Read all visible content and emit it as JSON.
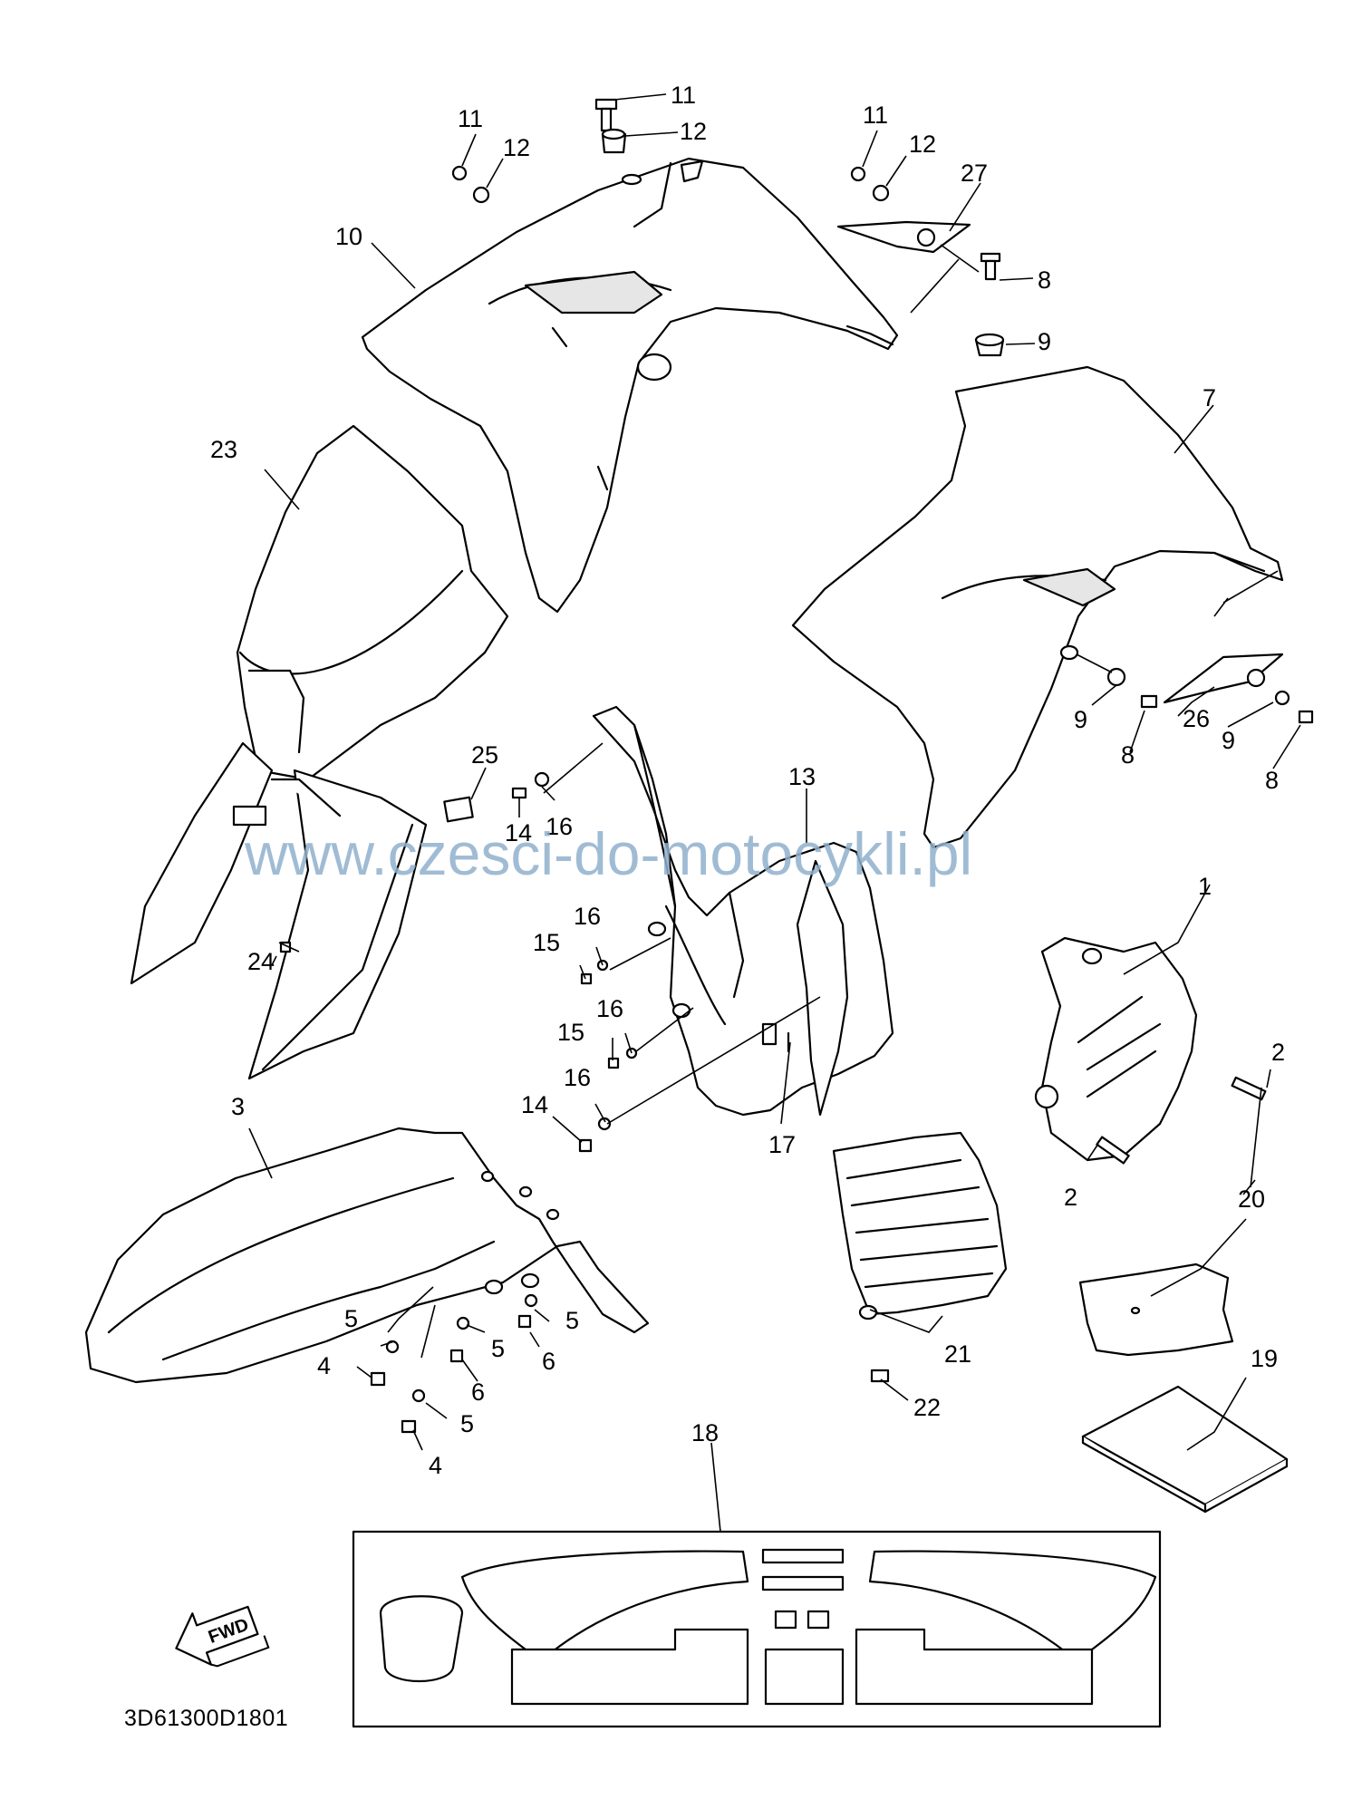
{
  "watermark": "www.czesci-do-motocykli.pl",
  "drawing_code": "3D61300D1801",
  "direction_arrow": {
    "label": "FWD",
    "icon": "forward-arrow-icon"
  },
  "callouts": [
    {
      "id": "c1",
      "label": "1"
    },
    {
      "id": "c2a",
      "label": "2"
    },
    {
      "id": "c2b",
      "label": "2"
    },
    {
      "id": "c3",
      "label": "3"
    },
    {
      "id": "c4a",
      "label": "4"
    },
    {
      "id": "c4b",
      "label": "4"
    },
    {
      "id": "c5a",
      "label": "5"
    },
    {
      "id": "c5b",
      "label": "5"
    },
    {
      "id": "c5c",
      "label": "5"
    },
    {
      "id": "c5d",
      "label": "5"
    },
    {
      "id": "c6a",
      "label": "6"
    },
    {
      "id": "c6b",
      "label": "6"
    },
    {
      "id": "c7",
      "label": "7"
    },
    {
      "id": "c8a",
      "label": "8"
    },
    {
      "id": "c8b",
      "label": "8"
    },
    {
      "id": "c8c",
      "label": "8"
    },
    {
      "id": "c9a",
      "label": "9"
    },
    {
      "id": "c9b",
      "label": "9"
    },
    {
      "id": "c9c",
      "label": "9"
    },
    {
      "id": "c10",
      "label": "10"
    },
    {
      "id": "c11a",
      "label": "11"
    },
    {
      "id": "c11b",
      "label": "11"
    },
    {
      "id": "c11c",
      "label": "11"
    },
    {
      "id": "c12a",
      "label": "12"
    },
    {
      "id": "c12b",
      "label": "12"
    },
    {
      "id": "c12c",
      "label": "12"
    },
    {
      "id": "c13",
      "label": "13"
    },
    {
      "id": "c14a",
      "label": "14"
    },
    {
      "id": "c14b",
      "label": "14"
    },
    {
      "id": "c15a",
      "label": "15"
    },
    {
      "id": "c15b",
      "label": "15"
    },
    {
      "id": "c16a",
      "label": "16"
    },
    {
      "id": "c16b",
      "label": "16"
    },
    {
      "id": "c16c",
      "label": "16"
    },
    {
      "id": "c16d",
      "label": "16"
    },
    {
      "id": "c17",
      "label": "17"
    },
    {
      "id": "c18",
      "label": "18"
    },
    {
      "id": "c19",
      "label": "19"
    },
    {
      "id": "c20",
      "label": "20"
    },
    {
      "id": "c21",
      "label": "21"
    },
    {
      "id": "c22",
      "label": "22"
    },
    {
      "id": "c23",
      "label": "23"
    },
    {
      "id": "c24",
      "label": "24"
    },
    {
      "id": "c25",
      "label": "25"
    },
    {
      "id": "c26",
      "label": "26"
    },
    {
      "id": "c27",
      "label": "27"
    }
  ]
}
